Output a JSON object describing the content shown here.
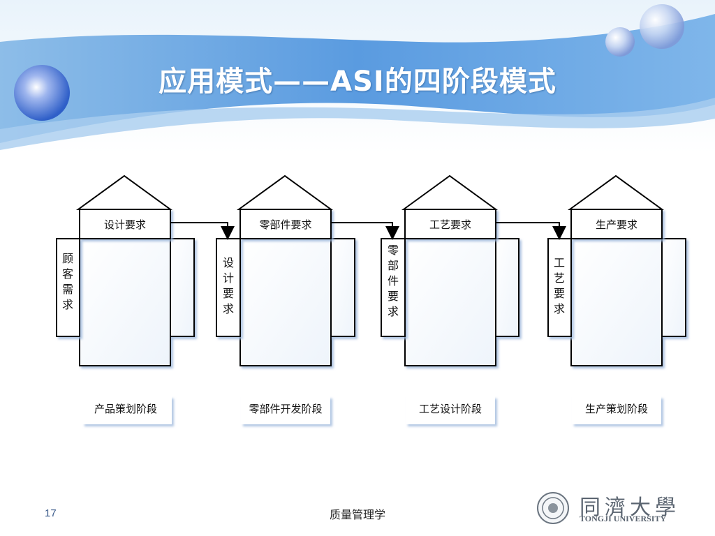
{
  "title": "应用模式——ASI的四阶段模式",
  "stages": [
    {
      "roof_label": "设计要求",
      "side_label": "顾客需求",
      "stage_name": "产品策划阶段"
    },
    {
      "roof_label": "零部件要求",
      "side_label": "设计要求",
      "stage_name": "零部件开发阶段"
    },
    {
      "roof_label": "工艺要求",
      "side_label": "零部件要求",
      "stage_name": "工艺设计阶段"
    },
    {
      "roof_label": "生产要求",
      "side_label": "工艺要求",
      "stage_name": "生产策划阶段"
    }
  ],
  "footer": {
    "page_number": "17",
    "course_title": "质量管理学",
    "logo_cn": "同濟大學",
    "logo_en": "TONGJI UNIVERSITY"
  },
  "colors": {
    "banner_blue": "#5a9be0",
    "banner_light": "#cfe4f7",
    "line": "#000000",
    "box_fill": "#ffffff"
  }
}
